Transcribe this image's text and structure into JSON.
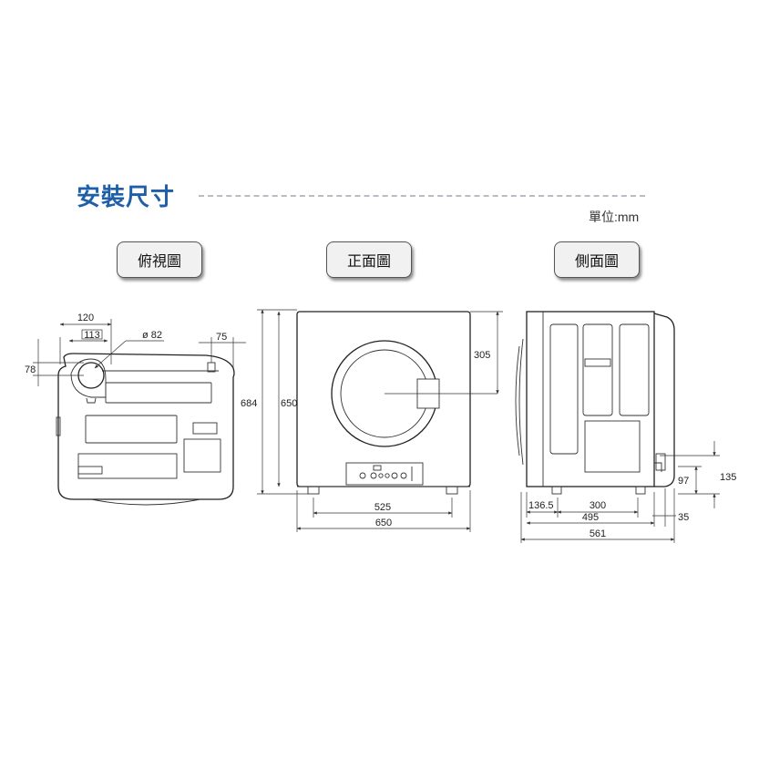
{
  "header": {
    "title": "安裝尺寸",
    "unit": "單位:mm",
    "accent_color": "#1e5fa8"
  },
  "views": {
    "top": {
      "label": "俯視圖",
      "dims": {
        "width_120": "120",
        "inner_113": "113",
        "diameter": "ø 82",
        "offset_75": "75",
        "depth_78": "78"
      }
    },
    "front": {
      "label": "正面圖",
      "dims": {
        "height_684": "684",
        "height_650": "650",
        "door_305": "305",
        "width_525": "525",
        "width_650": "650"
      }
    },
    "side": {
      "label": "側面圖",
      "dims": {
        "d_136_5": "136.5",
        "d_300": "300",
        "d_495": "495",
        "d_561": "561",
        "d_35": "35",
        "h_97": "97",
        "h_135": "135"
      }
    }
  }
}
